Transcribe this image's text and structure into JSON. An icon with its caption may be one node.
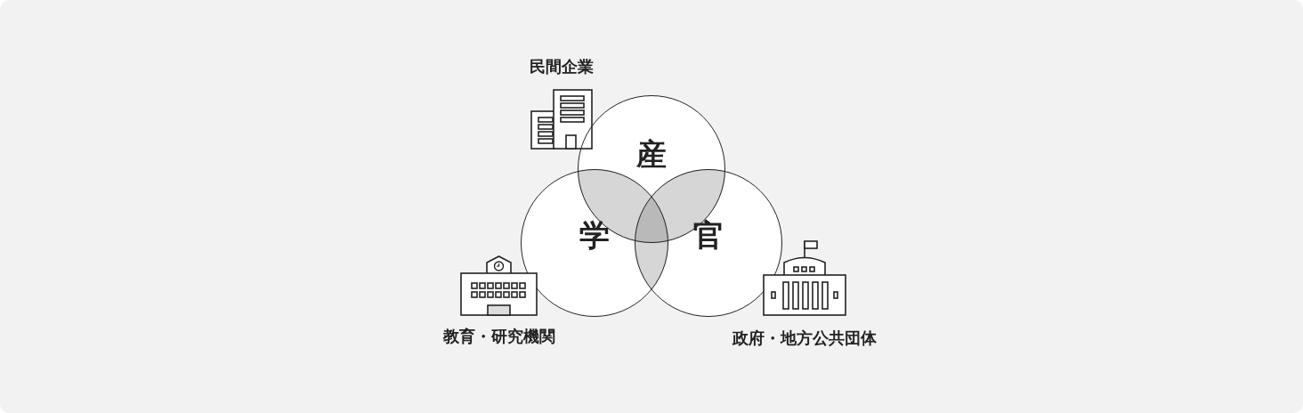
{
  "diagram": {
    "nodes": [
      {
        "text": [
          "民間企業"
        ]
      },
      {
        "text": [
          "産"
        ]
      },
      {
        "text": [
          "学"
        ]
      },
      {
        "text": [
          "官"
        ]
      },
      {
        "text": [
          "教育・研究機関"
        ]
      },
      {
        "text": [
          "政府・地方公共団体"
        ]
      }
    ],
    "edges": []
  }
}
